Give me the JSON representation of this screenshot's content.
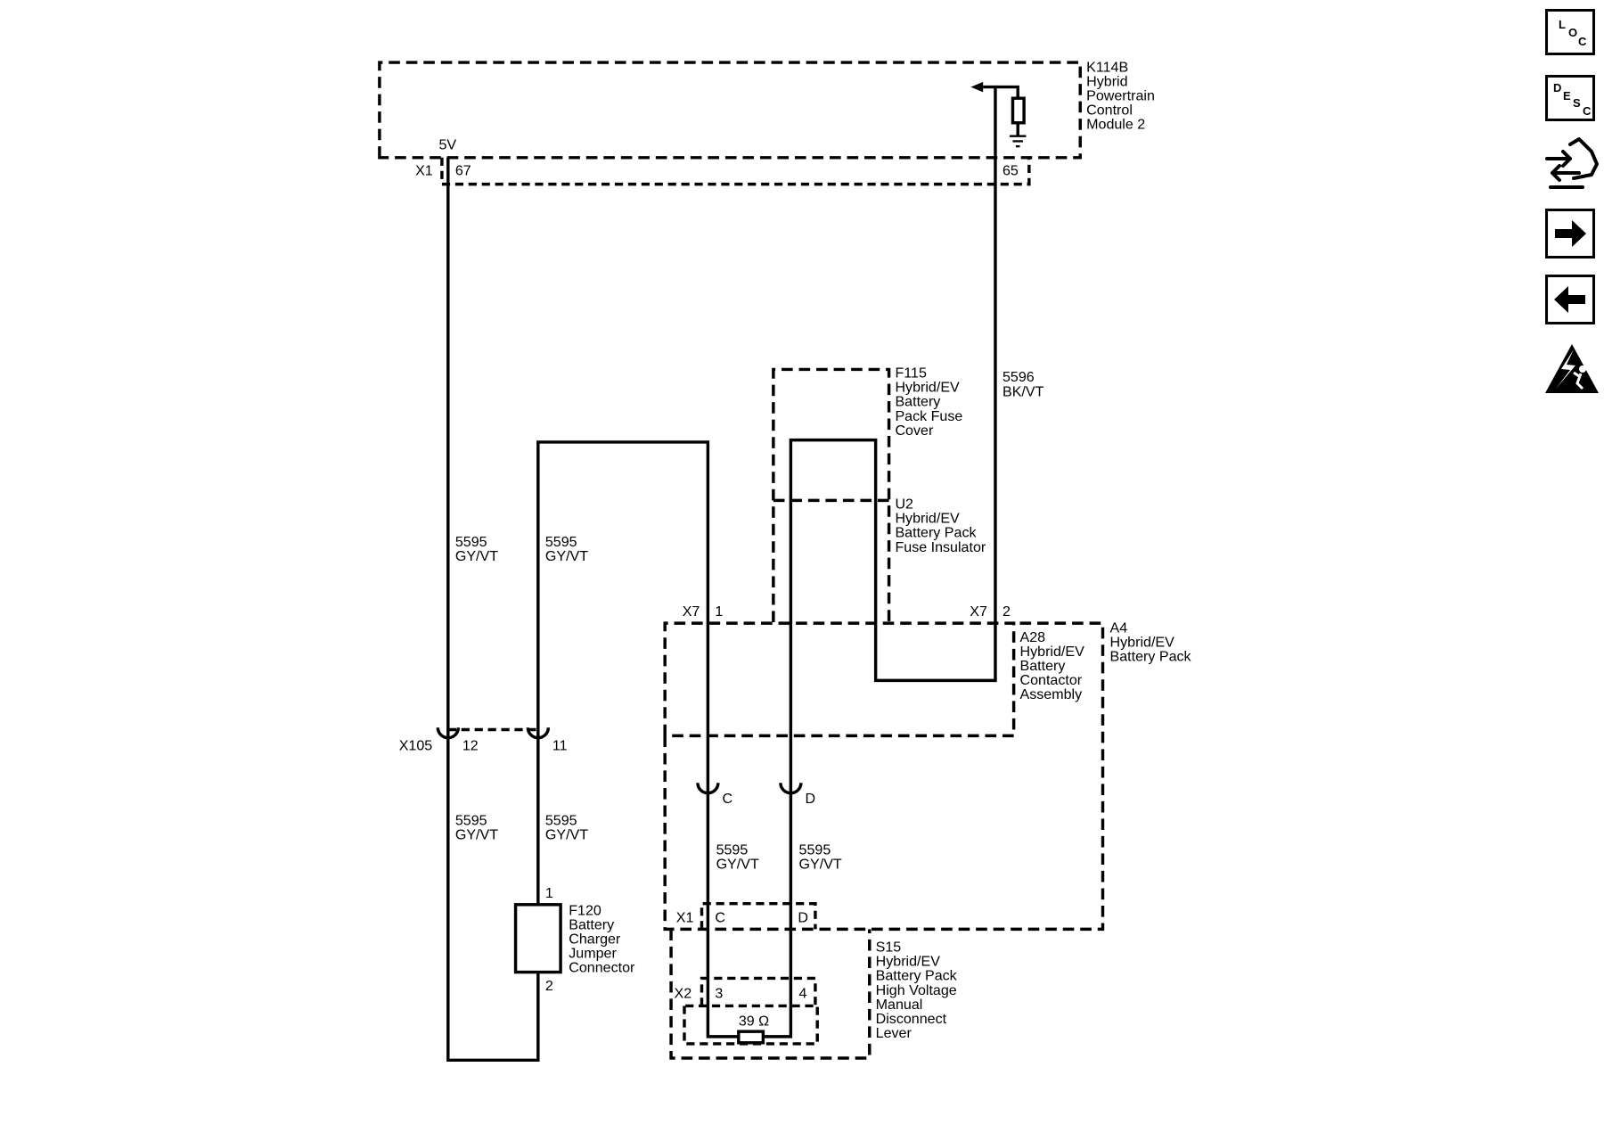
{
  "modules": {
    "k114b": {
      "id": "K114B",
      "name_lines": [
        "Hybrid",
        "Powertrain",
        "Control",
        "Module 2"
      ]
    },
    "f115": {
      "id": "F115",
      "name_lines": [
        "Hybrid/EV",
        "Battery",
        "Pack Fuse",
        "Cover"
      ]
    },
    "u2": {
      "id": "U2",
      "name_lines": [
        "Hybrid/EV",
        "Battery Pack",
        "Fuse Insulator"
      ]
    },
    "a28": {
      "id": "A28",
      "name_lines": [
        "Hybrid/EV",
        "Battery",
        "Contactor",
        "Assembly"
      ]
    },
    "a4": {
      "id": "A4",
      "name_lines": [
        "Hybrid/EV",
        "Battery Pack"
      ]
    },
    "f120": {
      "id": "F120",
      "name_lines": [
        "Battery",
        "Charger",
        "Jumper",
        "Connector"
      ]
    },
    "s15": {
      "id": "S15",
      "name_lines": [
        "Hybrid/EV",
        "Battery Pack",
        "High Voltage",
        "Manual",
        "Disconnect",
        "Lever"
      ]
    }
  },
  "voltage_label": "5V",
  "connectors": {
    "k114b_left": {
      "name": "X1",
      "pin": "67"
    },
    "k114b_right": {
      "pin": "65"
    },
    "x7_left": {
      "name": "X7",
      "pin": "1"
    },
    "x7_right": {
      "name": "X7",
      "pin": "2"
    },
    "x105": {
      "name": "X105",
      "pin_left": "12",
      "pin_right": "11"
    },
    "a4_c": {
      "pin": "C"
    },
    "a4_d": {
      "pin": "D"
    },
    "s15_x1": {
      "name": "X1",
      "pin_left": "C",
      "pin_right": "D"
    },
    "s15_x2": {
      "name": "X2",
      "pin_left": "3",
      "pin_right": "4"
    },
    "f120_pins": {
      "top": "1",
      "bottom": "2"
    }
  },
  "wires": {
    "w1": {
      "circuit": "5595",
      "color": "GY/VT"
    },
    "w2": {
      "circuit": "5595",
      "color": "GY/VT"
    },
    "w3": {
      "circuit": "5595",
      "color": "GY/VT"
    },
    "w4": {
      "circuit": "5595",
      "color": "GY/VT"
    },
    "w5": {
      "circuit": "5595",
      "color": "GY/VT"
    },
    "w6": {
      "circuit": "5595",
      "color": "GY/VT"
    },
    "w7": {
      "circuit": "5596",
      "color": "BK/VT"
    }
  },
  "resistor_value": "39 Ω",
  "sidebar": {
    "loc": {
      "letters": [
        "L",
        "O",
        "C"
      ]
    },
    "desc": {
      "letters": [
        "D",
        "E",
        "S",
        "C"
      ]
    },
    "icons": [
      "connector-icon",
      "next-arrow-icon",
      "previous-arrow-icon",
      "high-voltage-warning-icon"
    ]
  }
}
